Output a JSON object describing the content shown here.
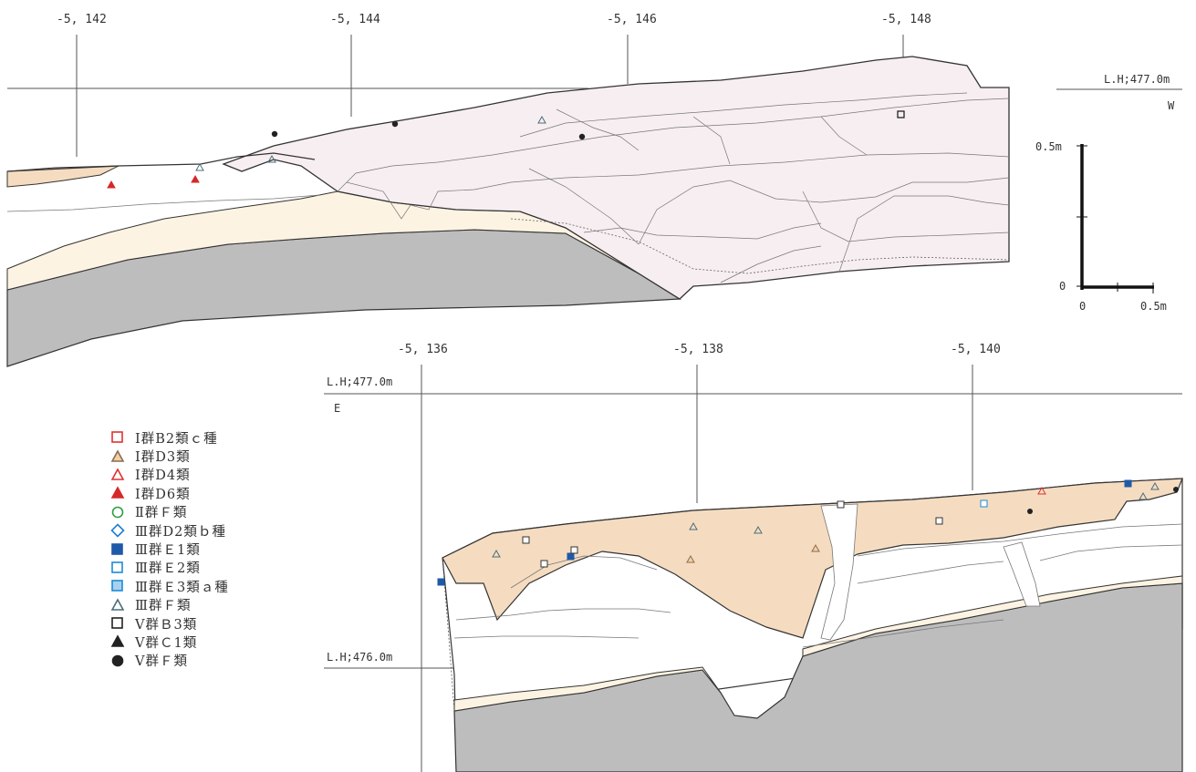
{
  "upper_section": {
    "level_label": "L.H;477.0m",
    "direction_label": "W",
    "grid_labels": [
      "-5, 142",
      "-5, 144",
      "-5, 146",
      "-5, 148"
    ]
  },
  "lower_section": {
    "level_upper_label": "L.H;477.0m",
    "level_lower_label": "L.H;476.0m",
    "direction_label": "E",
    "grid_labels": [
      "-5, 136",
      "-5, 138",
      "-5, 140"
    ]
  },
  "scale_bar": {
    "top_label": "0.5m",
    "origin_label": "0",
    "x_start_label": "0",
    "x_end_label": "0.5m"
  },
  "legend": [
    {
      "symbol": "square-open",
      "color": "#e03131",
      "label": "Ⅰ群B2類ｃ種"
    },
    {
      "symbol": "triangle-filled",
      "color": "#f3cfa2",
      "stroke": "#8a6d55",
      "label": "Ⅰ群D3類"
    },
    {
      "symbol": "triangle-open",
      "color": "#e03131",
      "label": "Ⅰ群D4類"
    },
    {
      "symbol": "triangle-filled",
      "color": "#d62828",
      "stroke": "#d62828",
      "label": "Ⅰ群D6類"
    },
    {
      "symbol": "circle-open",
      "color": "#2f9e44",
      "label": "Ⅱ群Ｆ類"
    },
    {
      "symbol": "diamond-open",
      "color": "#1c7ed6",
      "label": "Ⅲ群D2類ｂ種"
    },
    {
      "symbol": "square-filled",
      "color": "#1e5aa8",
      "stroke": "#1e5aa8",
      "label": "Ⅲ群Ｅ1類"
    },
    {
      "symbol": "square-open",
      "color": "#1c8ad6",
      "label": "Ⅲ群Ｅ2類"
    },
    {
      "symbol": "square-filled",
      "color": "#a8d1f0",
      "stroke": "#1c8ad6",
      "label": "Ⅲ群Ｅ3類ａ種"
    },
    {
      "symbol": "triangle-open",
      "color": "#4c6e7a",
      "label": "Ⅲ群Ｆ類"
    },
    {
      "symbol": "square-open",
      "color": "#222222",
      "label": "Ⅴ群Ｂ3類"
    },
    {
      "symbol": "triangle-filled",
      "color": "#222222",
      "stroke": "#222222",
      "label": "Ⅴ群Ｃ1類"
    },
    {
      "symbol": "circle-filled",
      "color": "#222222",
      "label": "Ⅴ群Ｆ類"
    }
  ],
  "colors": {
    "layer_orange": "#f5dcc0",
    "layer_cream": "#fdf3e3",
    "layer_pink": "#f7eef1",
    "bedrock": "#bdbdbd",
    "line": "#333333"
  }
}
